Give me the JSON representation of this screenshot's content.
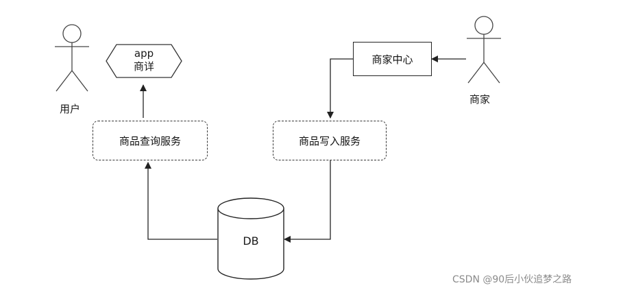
{
  "actors": {
    "user": {
      "label": "用户"
    },
    "merchant": {
      "label": "商家"
    }
  },
  "nodes": {
    "app_detail": {
      "line1": "app",
      "line2": "商详"
    },
    "query_service": {
      "label": "商品查询服务"
    },
    "write_service": {
      "label": "商品写入服务"
    },
    "merchant_center": {
      "label": "商家中心"
    },
    "db": {
      "label": "DB"
    }
  },
  "watermark": "CSDN @90后小伙追梦之路",
  "colors": {
    "stroke": "#222222",
    "text": "#111111",
    "watermark": "#8a8a8a",
    "background": "#ffffff"
  }
}
